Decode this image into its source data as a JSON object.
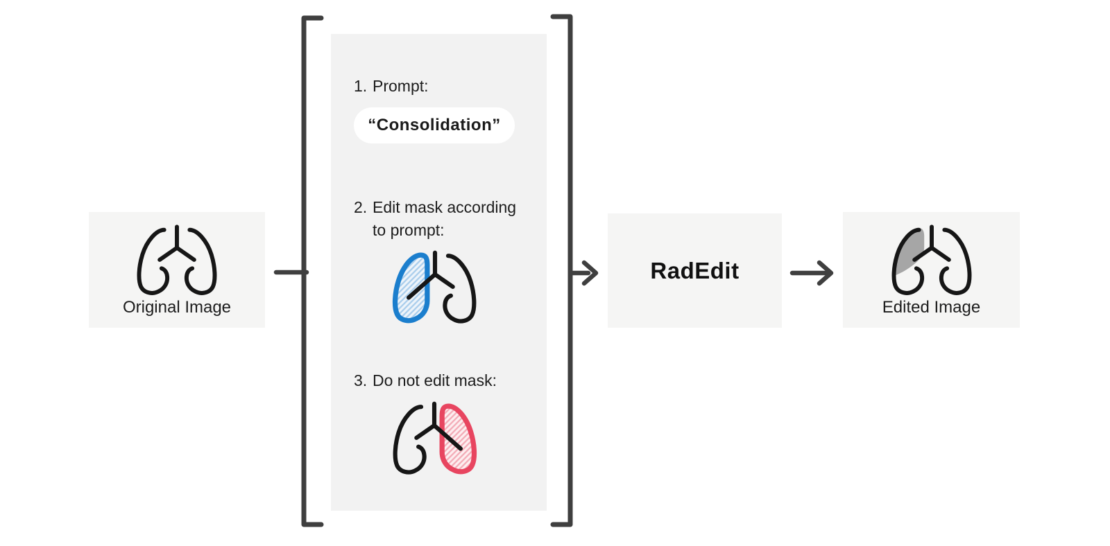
{
  "figure": {
    "original": {
      "label": "Original Image"
    },
    "inputs_panel": {
      "steps": [
        {
          "num": "1.",
          "text": "Prompt:"
        },
        {
          "num": "2.",
          "line1": "Edit mask according",
          "line2": "to prompt:"
        },
        {
          "num": "3.",
          "text": "Do not edit mask:"
        }
      ],
      "prompt_value": "“Consolidation”"
    },
    "model": {
      "label": "RadEdit"
    },
    "edited": {
      "label": "Edited Image"
    },
    "icons": {
      "original": "lungs-icon",
      "edit_mask": "lungs-left-lobe-blue-hatched-icon",
      "do_not_edit_mask": "lungs-right-lobe-red-hatched-icon",
      "edited": "lungs-gray-consolidation-icon",
      "connectors": [
        "plain-line",
        "right-arrow",
        "right-arrow"
      ],
      "grouping": "square-brackets"
    },
    "colors": {
      "edit_mask_blue": "#1b7ecd",
      "edit_mask_blue_fill": "#eef4fa",
      "edit_mask_blue_hatch": "#a9cdec",
      "keep_mask_red": "#e84560",
      "keep_mask_red_fill": "#fdeef0",
      "keep_mask_red_hatch": "#f3aab6",
      "consolidation_gray": "#a6a6a6",
      "outline_ink": "#161616",
      "flow_line": "#3f3f3f",
      "box_bg": "#f5f5f4",
      "panel_bg": "#f2f2f2",
      "text": "#1c1c1c",
      "pill_bg": "#ffffff",
      "background": "#ffffff"
    }
  }
}
